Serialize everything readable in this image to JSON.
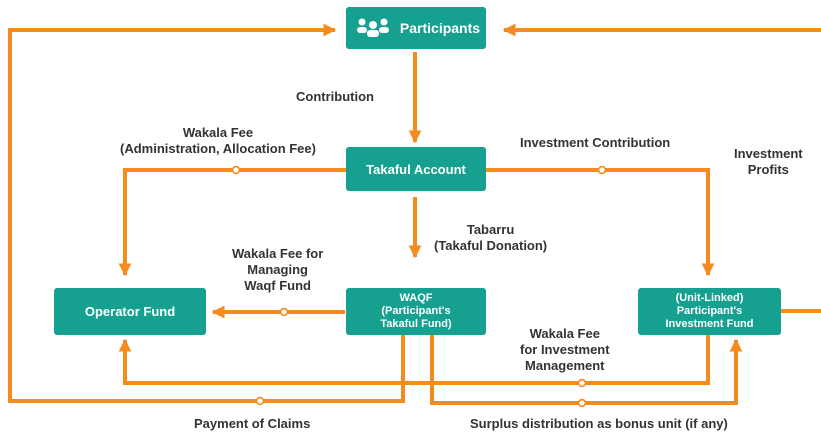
{
  "colors": {
    "arrow": "#f58a1f",
    "box": "#15a08f",
    "text": "#333333",
    "box_text": "#ffffff"
  },
  "nodes": {
    "participants": {
      "label": "Participants",
      "icon": "people-group-icon"
    },
    "takaful_account": {
      "label": "Takaful Account"
    },
    "operator_fund": {
      "label": "Operator Fund"
    },
    "waqf": {
      "line1": "WAQF",
      "line2": "(Participant's",
      "line3": "Takaful Fund)"
    },
    "investment_fund": {
      "line1": "(Unit-Linked)",
      "line2": "Participant's",
      "line3": "Investment Fund"
    }
  },
  "labels": {
    "contribution": "Contribution",
    "wakala_fee_1": "Wakala Fee",
    "wakala_fee_2": "(Administration, Allocation Fee)",
    "investment_contribution": "Investment Contribution",
    "investment_profits_1": "Investment",
    "investment_profits_2": "Profits",
    "tabarru_1": "Tabarru",
    "tabarru_2": "(Takaful Donation)",
    "wakala_waqf_1": "Wakala Fee for",
    "wakala_waqf_2": "Managing",
    "wakala_waqf_3": "Waqf Fund",
    "wakala_invest_1": "Wakala Fee",
    "wakala_invest_2": "for Investment",
    "wakala_invest_3": "Management",
    "payment_of_claims": "Payment of Claims",
    "surplus_distribution": "Surplus distribution as bonus unit (if any)"
  }
}
